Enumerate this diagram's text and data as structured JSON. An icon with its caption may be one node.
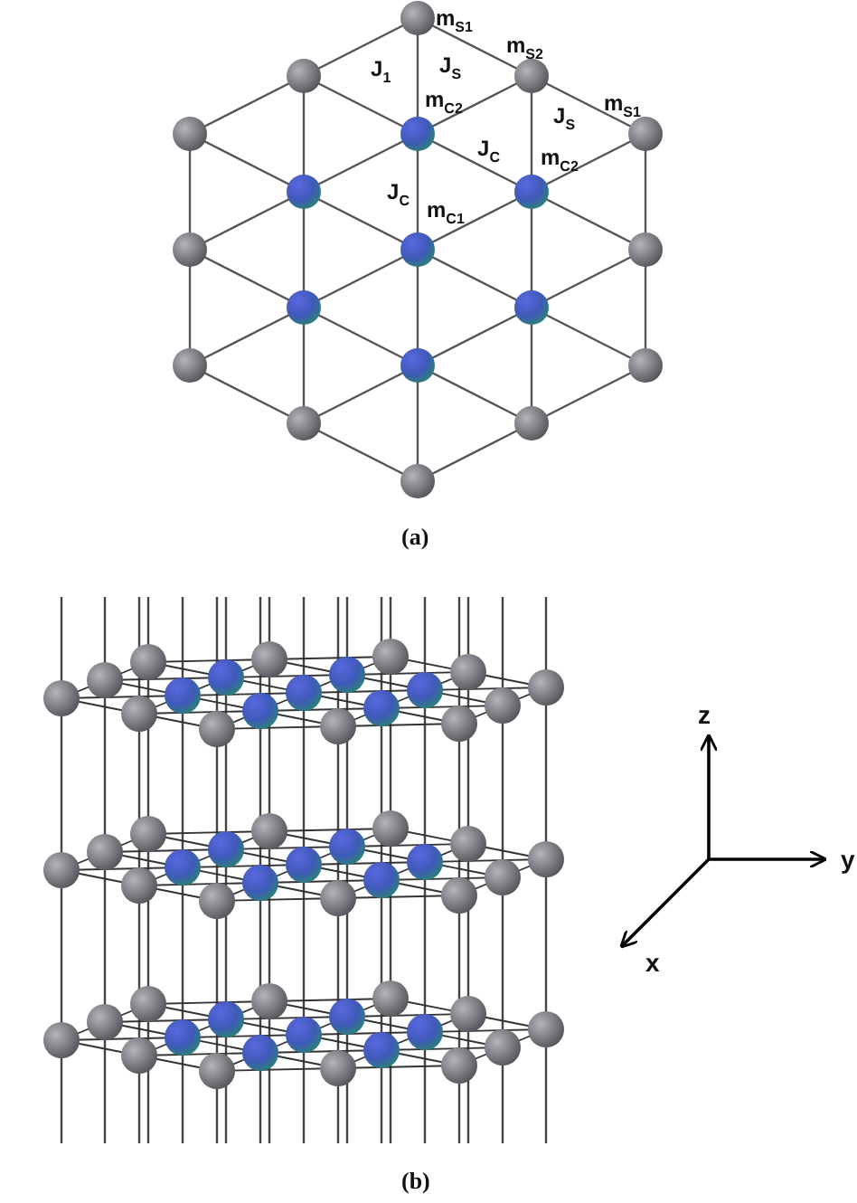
{
  "diagram": {
    "labels": [
      "m$_{S1}$",
      "J$_{1}$",
      "J$_{S}$",
      "m$_{S2}$",
      "m$_{C2}$",
      "J$_{S}$",
      "m$_{S1}$",
      "J$_{C}$",
      "m$_{C2}$",
      "J$_{C}$",
      "m$_{C1}$",
      "(a)",
      "z",
      "y",
      "x",
      "(b)"
    ]
  }
}
